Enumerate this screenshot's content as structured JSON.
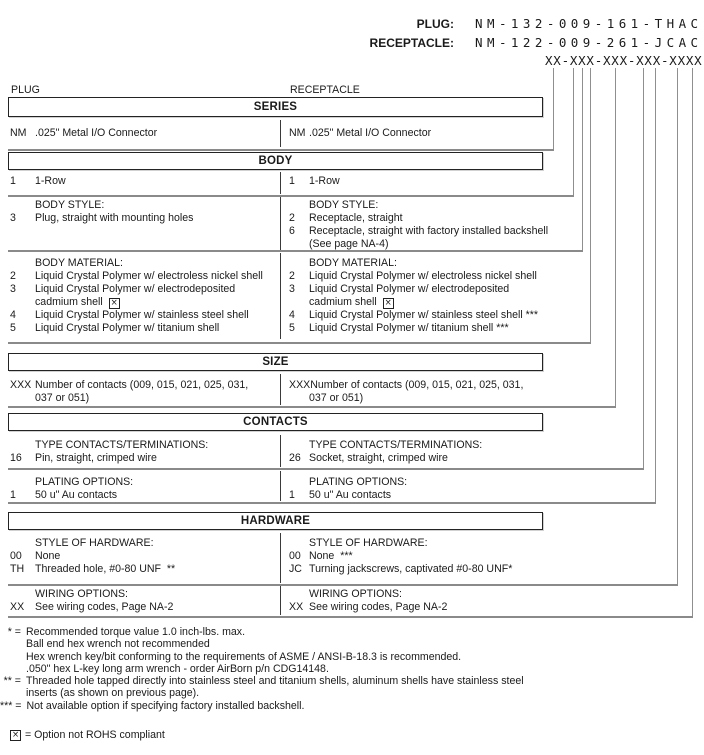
{
  "header": {
    "plug_label": "PLUG:",
    "plug_value": "NM-132-009-161-THAC",
    "receptacle_label": "RECEPTACLE:",
    "receptacle_value": "NM-122-009-261-JCAC",
    "pattern": "XX-XXX-XXX-XXX-XXXX"
  },
  "column_headers": {
    "plug": "PLUG",
    "receptacle": "RECEPTACLE"
  },
  "series": {
    "title": "SERIES",
    "plug": {
      "code": "NM",
      "desc": ".025\" Metal I/O Connector"
    },
    "receptacle": {
      "code": "NM",
      "desc": ".025\" Metal I/O Connector"
    }
  },
  "body": {
    "title": "BODY",
    "rows": {
      "plug": {
        "code": "1",
        "desc": "1-Row"
      },
      "receptacle": {
        "code": "1",
        "desc": "1-Row"
      }
    },
    "style": {
      "label": "BODY STYLE:",
      "plug": [
        {
          "code": "3",
          "desc": "Plug, straight with mounting holes"
        }
      ],
      "receptacle": [
        {
          "code": "2",
          "desc": "Receptacle, straight"
        },
        {
          "code": "6",
          "desc": "Receptacle, straight with factory installed backshell"
        },
        {
          "code": "",
          "desc": "(See page NA-4)"
        }
      ]
    },
    "material": {
      "label": "BODY MATERIAL:",
      "plug": [
        {
          "code": "2",
          "desc": "Liquid Crystal Polymer w/ electroless nickel shell"
        },
        {
          "code": "3",
          "desc": "Liquid Crystal Polymer w/ electrodeposited"
        },
        {
          "code": "",
          "desc": "cadmium shell"
        },
        {
          "code": "4",
          "desc": "Liquid Crystal Polymer w/ stainless steel shell"
        },
        {
          "code": "5",
          "desc": "Liquid Crystal Polymer w/ titanium shell"
        }
      ],
      "receptacle": [
        {
          "code": "2",
          "desc": "Liquid Crystal Polymer w/ electroless nickel shell"
        },
        {
          "code": "3",
          "desc": "Liquid Crystal Polymer w/ electrodeposited"
        },
        {
          "code": "",
          "desc": "cadmium shell"
        },
        {
          "code": "4",
          "desc": "Liquid Crystal Polymer w/ stainless steel shell ***"
        },
        {
          "code": "5",
          "desc": "Liquid Crystal Polymer w/ titanium shell ***"
        }
      ]
    }
  },
  "size": {
    "title": "SIZE",
    "plug": {
      "code": "XXX",
      "desc1": "Number of contacts (009, 015, 021, 025, 031,",
      "desc2": "037 or 051)"
    },
    "receptacle": {
      "code": "XXX",
      "desc1": "Number of contacts (009, 015, 021, 025, 031,",
      "desc2": "037 or 051)"
    }
  },
  "contacts": {
    "title": "CONTACTS",
    "type": {
      "label": "TYPE CONTACTS/TERMINATIONS:",
      "plug": {
        "code": "16",
        "desc": "Pin, straight, crimped wire"
      },
      "receptacle": {
        "code": "26",
        "desc": "Socket, straight, crimped wire"
      }
    },
    "plating": {
      "label": "PLATING OPTIONS:",
      "plug": {
        "code": "1",
        "desc": "50 u\" Au contacts"
      },
      "receptacle": {
        "code": "1",
        "desc": "50 u\" Au contacts"
      }
    }
  },
  "hardware": {
    "title": "HARDWARE",
    "style": {
      "label": "STYLE OF HARDWARE:",
      "plug": [
        {
          "code": "00",
          "desc": "None"
        },
        {
          "code": "TH",
          "desc": "Threaded hole, #0-80 UNF  **"
        }
      ],
      "receptacle": [
        {
          "code": "00",
          "desc": "None  ***"
        },
        {
          "code": "JC",
          "desc": "Turning jackscrews, captivated #0-80 UNF*"
        }
      ]
    },
    "wiring": {
      "label": "WIRING OPTIONS:",
      "plug": {
        "code": "XX",
        "desc": "See wiring codes, Page NA-2"
      },
      "receptacle": {
        "code": "XX",
        "desc": "See wiring codes, Page NA-2"
      }
    }
  },
  "footnotes": [
    {
      "marker": "* =",
      "text": "Recommended torque value 1.0 inch-lbs. max."
    },
    {
      "marker": "",
      "text": "Ball end hex wrench not recommended"
    },
    {
      "marker": "",
      "text": "Hex wrench key/bit conforming to the requirements of ASME / ANSI-B-18.3 is recommended."
    },
    {
      "marker": "",
      "text": ".050\" hex L-key long arm wrench - order AirBorn p/n CDG14148."
    },
    {
      "marker": "** =",
      "text": "Threaded hole tapped directly into stainless steel and titanium shells, aluminum shells have stainless steel"
    },
    {
      "marker": "",
      "text": "inserts (as shown on previous page)."
    },
    {
      "marker": "*** =",
      "text": "Not available option if specifying factory installed backshell."
    }
  ],
  "rohs_note": {
    "text": "= Option not ROHS compliant"
  },
  "icons": {
    "not_rohs": "×"
  }
}
